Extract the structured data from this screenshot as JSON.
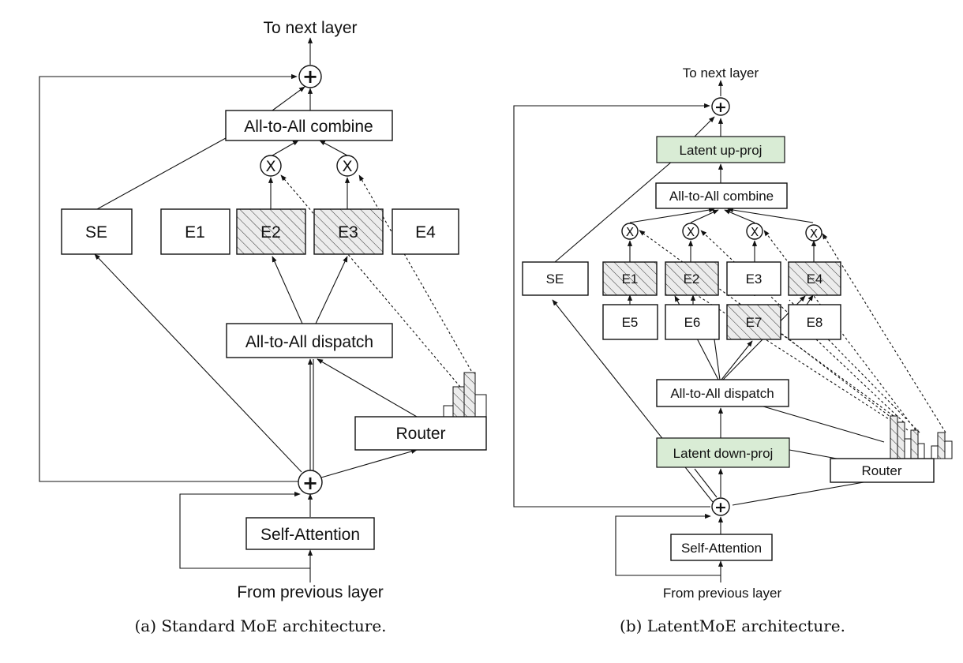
{
  "panel_a": {
    "top_label": "To next layer",
    "bottom_label": "From previous layer",
    "combine": "All-to-All combine",
    "dispatch": "All-to-All dispatch",
    "router": "Router",
    "self_attention": "Self-Attention",
    "shared_expert": "SE",
    "experts": [
      "E1",
      "E2",
      "E3",
      "E4"
    ],
    "caption": "(a) Standard MoE architecture."
  },
  "panel_b": {
    "top_label": "To next layer",
    "bottom_label": "From previous layer",
    "up_proj": "Latent up-proj",
    "down_proj": "Latent down-proj",
    "combine": "All-to-All combine",
    "dispatch": "All-to-All dispatch",
    "router": "Router",
    "self_attention": "Self-Attention",
    "shared_expert": "SE",
    "experts_row1": [
      "E1",
      "E2",
      "E3",
      "E4"
    ],
    "experts_row2": [
      "E5",
      "E6",
      "E7",
      "E8"
    ],
    "caption": "(b) LatentMoE architecture."
  },
  "symbols": {
    "add": "+",
    "multiply": "X"
  },
  "colors": {
    "latent_projection_fill": "#d9ecd5",
    "stroke": "#111111"
  }
}
